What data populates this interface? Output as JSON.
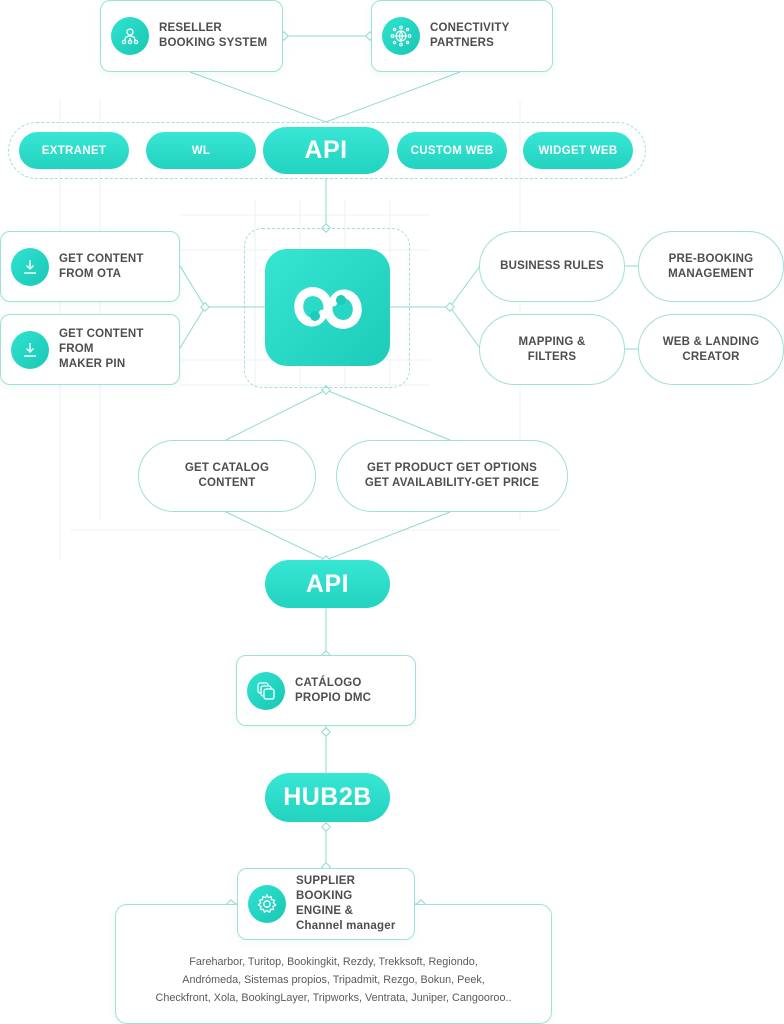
{
  "colors": {
    "accent": "#22d3c0",
    "border": "#9fe0d8",
    "text": "#4e4e4e"
  },
  "top": {
    "reseller": {
      "label_1": "RESELLER",
      "label_2": "BOOKING SYSTEM",
      "icon": "user-network-icon"
    },
    "connectivity": {
      "label_1": "CONECTIVITY",
      "label_2": "PARTNERS",
      "icon": "globe-network-icon"
    }
  },
  "channels": {
    "extranet": "EXTRANET",
    "wl": "WL",
    "api": "API",
    "custom_web": "CUSTOM WEB",
    "widget_web": "WIDGET WEB"
  },
  "left": {
    "ota": {
      "label_1": "GET CONTENT",
      "label_2": "FROM OTA",
      "icon": "download-icon"
    },
    "maker": {
      "label_1": "GET CONTENT FROM",
      "label_2": "MAKER PIN",
      "icon": "download-icon"
    }
  },
  "center": {
    "logo_icon": "platform-logo-icon"
  },
  "right": {
    "business_rules": "BUSINESS RULES",
    "prebooking": {
      "label_1": "PRE-BOOKING",
      "label_2": "MANAGEMENT"
    },
    "mapping": "MAPPING & FILTERS",
    "web_landing": {
      "label_1": "WEB & LANDING",
      "label_2": "CREATOR"
    }
  },
  "middle": {
    "catalog": {
      "label_1": "GET CATALOG",
      "label_2": "CONTENT"
    },
    "product": {
      "label_1": "GET PRODUCT GET OPTIONS",
      "label_2": "GET AVAILABILITY-GET PRICE"
    }
  },
  "api2": "API",
  "catalogo": {
    "label_1": "CATÁLOGO",
    "label_2": "PROPIO DMC",
    "icon": "layers-icon"
  },
  "hub": "HUB2B",
  "supplier": {
    "label_1": "SUPPLIER BOOKING",
    "label_2": "ENGINE &",
    "label_3": "Channel manager",
    "icon": "gear-icon"
  },
  "suppliers_list": {
    "line_1": "Fareharbor, Turitop, Bookingkit, Rezdy, Trekksoft, Regiondo,",
    "line_2": "Andrómeda, Sistemas propios, Tripadmit, Rezgo, Bokun, Peek,",
    "line_3": "Checkfront, Xola, BookingLayer, Tripworks, Ventrata, Juniper, Cangooroo.."
  }
}
